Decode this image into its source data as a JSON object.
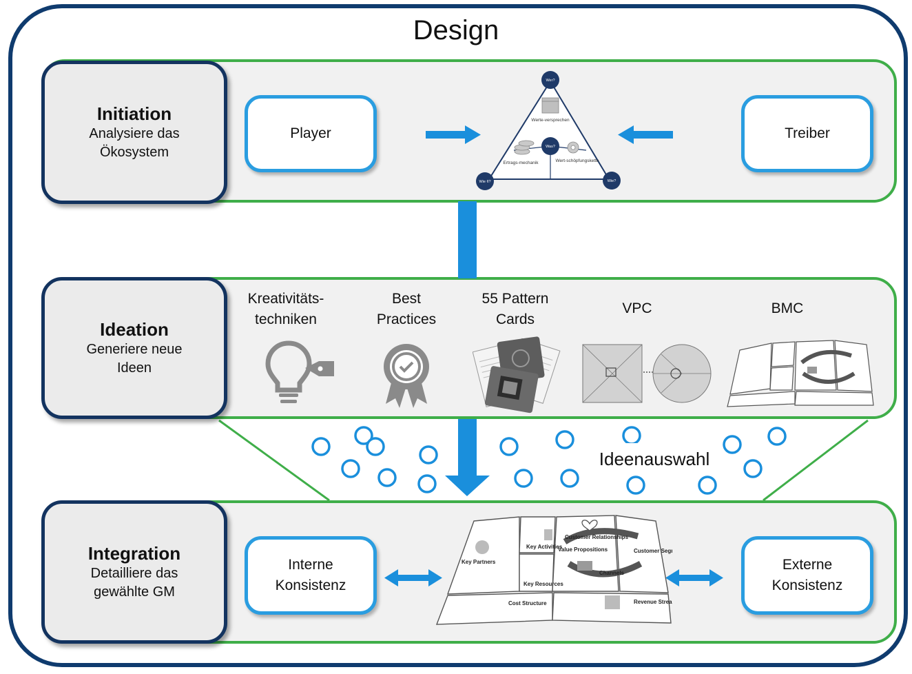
{
  "title": "Design",
  "phases": [
    {
      "title": "Initiation",
      "subtitle_lines": [
        "Analysiere das",
        "Ökosystem"
      ]
    },
    {
      "title": "Ideation",
      "subtitle_lines": [
        "Generiere neue",
        "Ideen"
      ]
    },
    {
      "title": "Integration",
      "subtitle_lines": [
        "Detailliere das",
        "gewählte GM"
      ]
    }
  ],
  "initiation": {
    "left_box": "Player",
    "right_box": "Treiber",
    "triangle": {
      "top_node": "Wer?",
      "center_node": "Was?",
      "left_node": "Wie ¢?",
      "right_node": "Wie?",
      "segments": [
        "Werte-versprechen",
        "Ertrags-mechanik",
        "Wert-schöpfungskette"
      ]
    }
  },
  "ideation": {
    "tools": [
      {
        "label_lines": [
          "Kreativitäts-",
          "techniken"
        ],
        "icon": "lightbulb-tag-icon"
      },
      {
        "label_lines": [
          "Best",
          "Practices"
        ],
        "icon": "award-badge-icon"
      },
      {
        "label_lines": [
          "55 Pattern",
          "Cards"
        ],
        "icon": "pattern-cards-image"
      },
      {
        "label_lines": [
          "VPC"
        ],
        "icon": "value-proposition-canvas-image"
      },
      {
        "label_lines": [
          "BMC"
        ],
        "icon": "business-model-canvas-image"
      }
    ],
    "selection_label": "Ideenauswahl"
  },
  "integration": {
    "left_box_lines": [
      "Interne",
      "Konsistenz"
    ],
    "right_box_lines": [
      "Externe",
      "Konsistenz"
    ],
    "canvas_labels": [
      "Key Partners",
      "Key Activities",
      "Key Resources",
      "Value Propositions",
      "Customer Relationships",
      "Customer Segments",
      "Channels",
      "Cost Structure",
      "Revenue Streams"
    ]
  },
  "colors": {
    "outer_border": "#0f3b6e",
    "band_border": "#3fae49",
    "box_border": "#2a9de0",
    "arrow": "#1a8fdc",
    "node": "#1f3a68"
  }
}
